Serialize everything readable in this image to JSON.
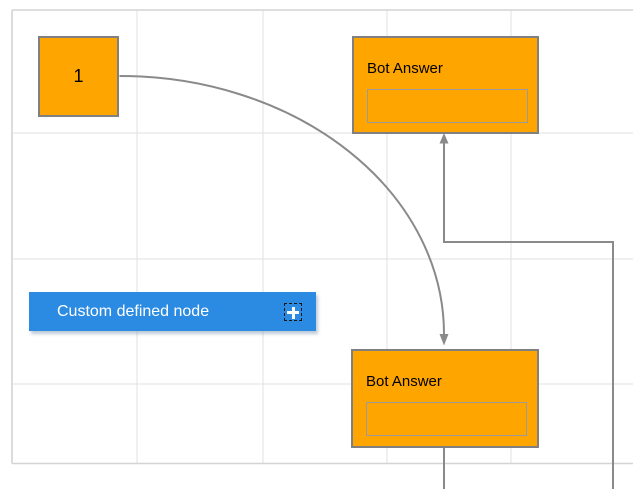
{
  "colors": {
    "node_fill": "#FFA500",
    "node_stroke": "#808080",
    "custom_node_fill": "#2B8BE2",
    "connector": "#8a8a8a",
    "grid_line": "#e0e0e0",
    "canvas_border": "#d4d4d4",
    "text_dark": "#000000",
    "text_light": "#ffffff"
  },
  "nodes": {
    "start_node": {
      "label": "1"
    },
    "bot_answer_top": {
      "title": "Bot Answer",
      "input_value": ""
    },
    "bot_answer_bottom": {
      "title": "Bot Answer",
      "input_value": ""
    },
    "custom_node": {
      "label": "Custom defined node",
      "add_icon": "plus"
    }
  }
}
